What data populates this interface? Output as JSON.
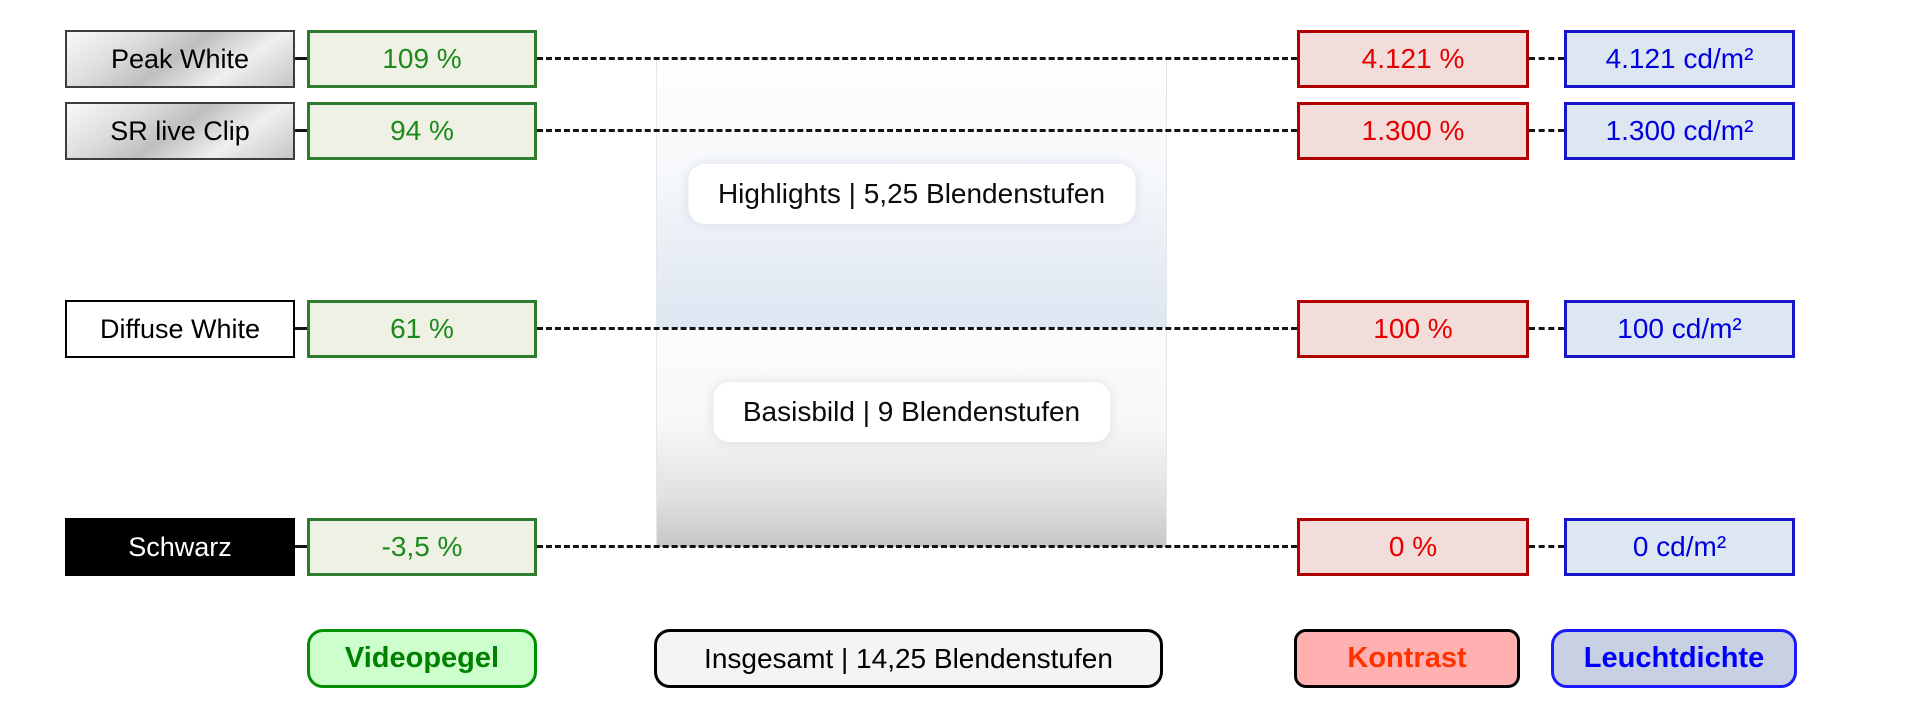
{
  "rows": [
    {
      "label": "Peak White",
      "videopegel": "109 %",
      "kontrast": "4.121 %",
      "leuchtdichte": "4.121 cd/m²"
    },
    {
      "label": "SR live Clip",
      "videopegel": "94 %",
      "kontrast": "1.300 %",
      "leuchtdichte": "1.300 cd/m²"
    },
    {
      "label": "Diffuse White",
      "videopegel": "61 %",
      "kontrast": "100 %",
      "leuchtdichte": "100 cd/m²"
    },
    {
      "label": "Schwarz",
      "videopegel": "-3,5 %",
      "kontrast": "0 %",
      "leuchtdichte": "0 cd/m²"
    }
  ],
  "panel": {
    "highlights": "Highlights | 5,25 Blendenstufen",
    "basisbild": "Basisbild | 9 Blendenstufen"
  },
  "legend": {
    "videopegel": "Videopegel",
    "insgesamt": "Insgesamt | 14,25 Blendenstufen",
    "kontrast": "Kontrast",
    "leuchtdichte": "Leuchtdichte"
  },
  "colors": {
    "videopegel_text": "#1c8a1c",
    "videopegel_border": "#2e7d2e",
    "videopegel_fill": "#eef1e3",
    "kontrast_text": "#e60000",
    "kontrast_border": "#b00000",
    "kontrast_fill": "#f2dddb",
    "leuchtdichte_text": "#0000dd",
    "leuchtdichte_border": "#1616c8",
    "leuchtdichte_fill": "#dde7f2",
    "legend_videopegel_fill": "#ccffcc",
    "legend_videopegel_text": "#008000",
    "legend_kontrast_fill": "#ffb0b0",
    "legend_kontrast_text": "#ff3300",
    "legend_leuchtdichte_fill": "#c7d1e3",
    "legend_leuchtdichte_text": "#0000ff",
    "highlight_panel_blue": "#dde6f2",
    "basis_panel_gray": "#c7c7c7"
  }
}
